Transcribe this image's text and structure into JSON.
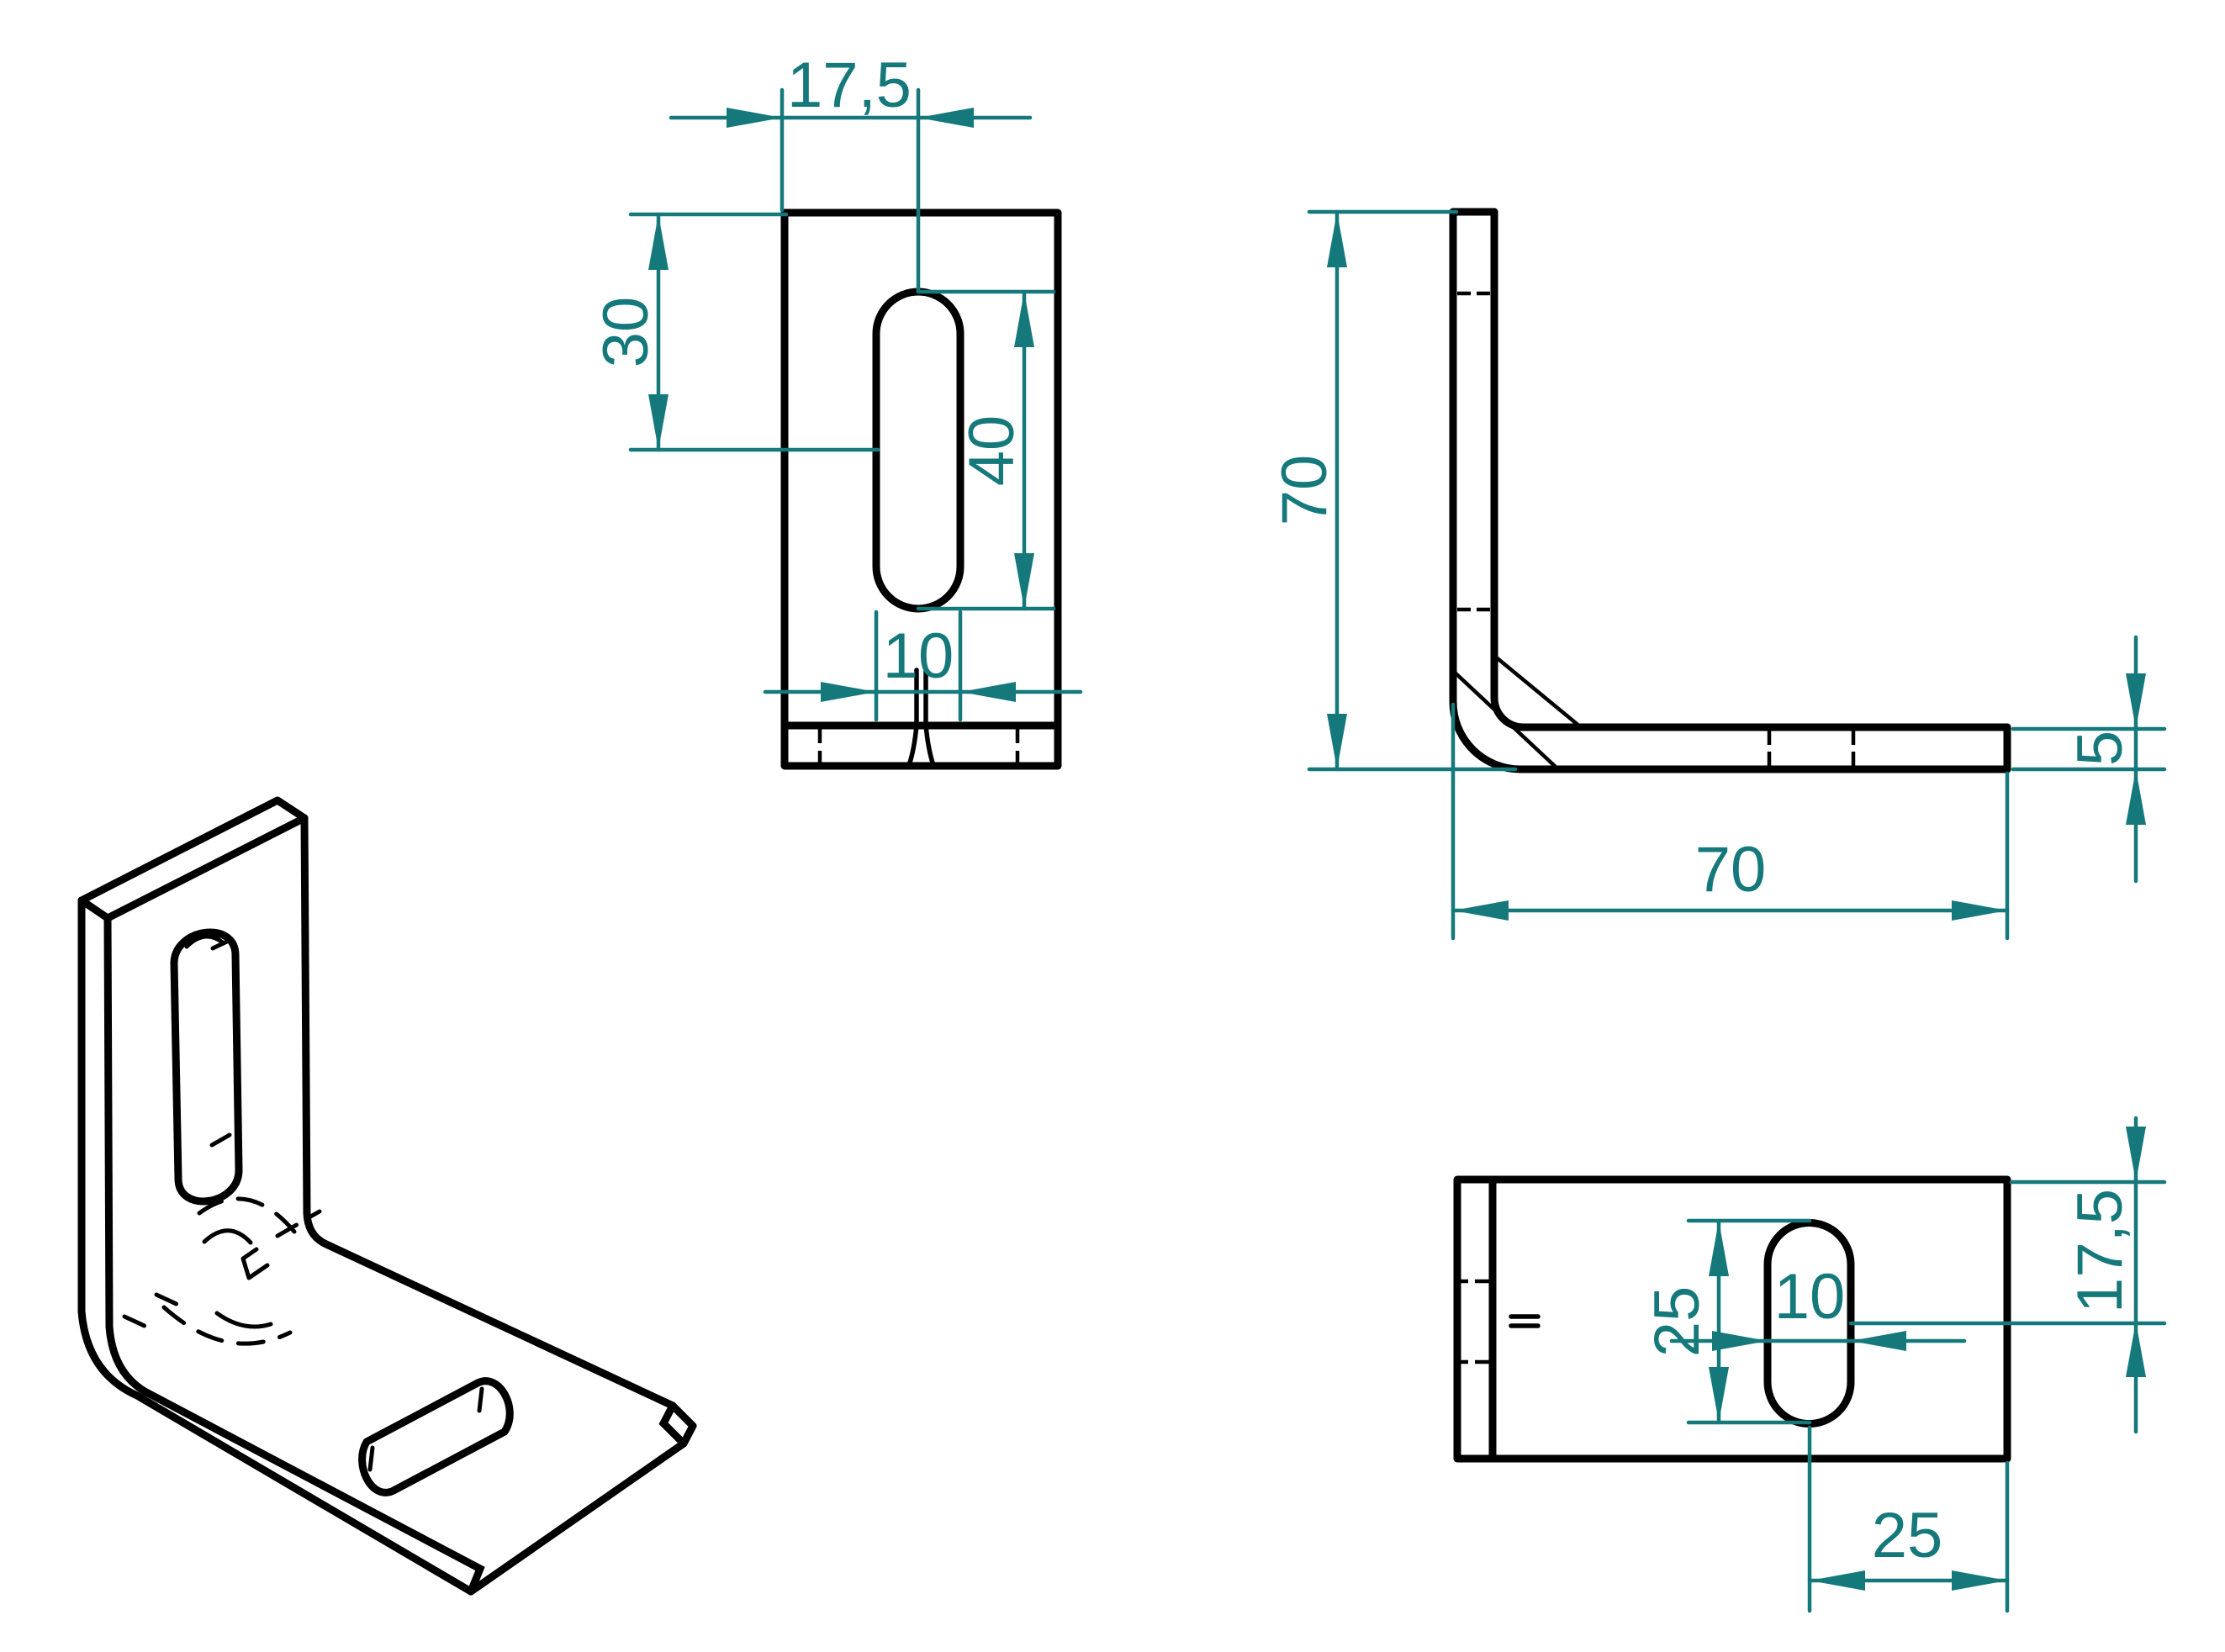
{
  "colors": {
    "outline": "#000000",
    "dimension": "#15797b",
    "background": "#ffffff"
  },
  "views": {
    "front": {
      "dims": {
        "slot_center_offset": "17,5",
        "top_to_slot_center": "30",
        "slot_length": "40",
        "slot_width": "10"
      }
    },
    "side": {
      "dims": {
        "leg_height": "70",
        "base_length": "70",
        "material_thickness": "5"
      }
    },
    "top": {
      "dims": {
        "base_slot_length": "25",
        "base_slot_width": "10",
        "edge_to_slot_center": "17,5",
        "slot_center_to_end": "25"
      }
    }
  }
}
